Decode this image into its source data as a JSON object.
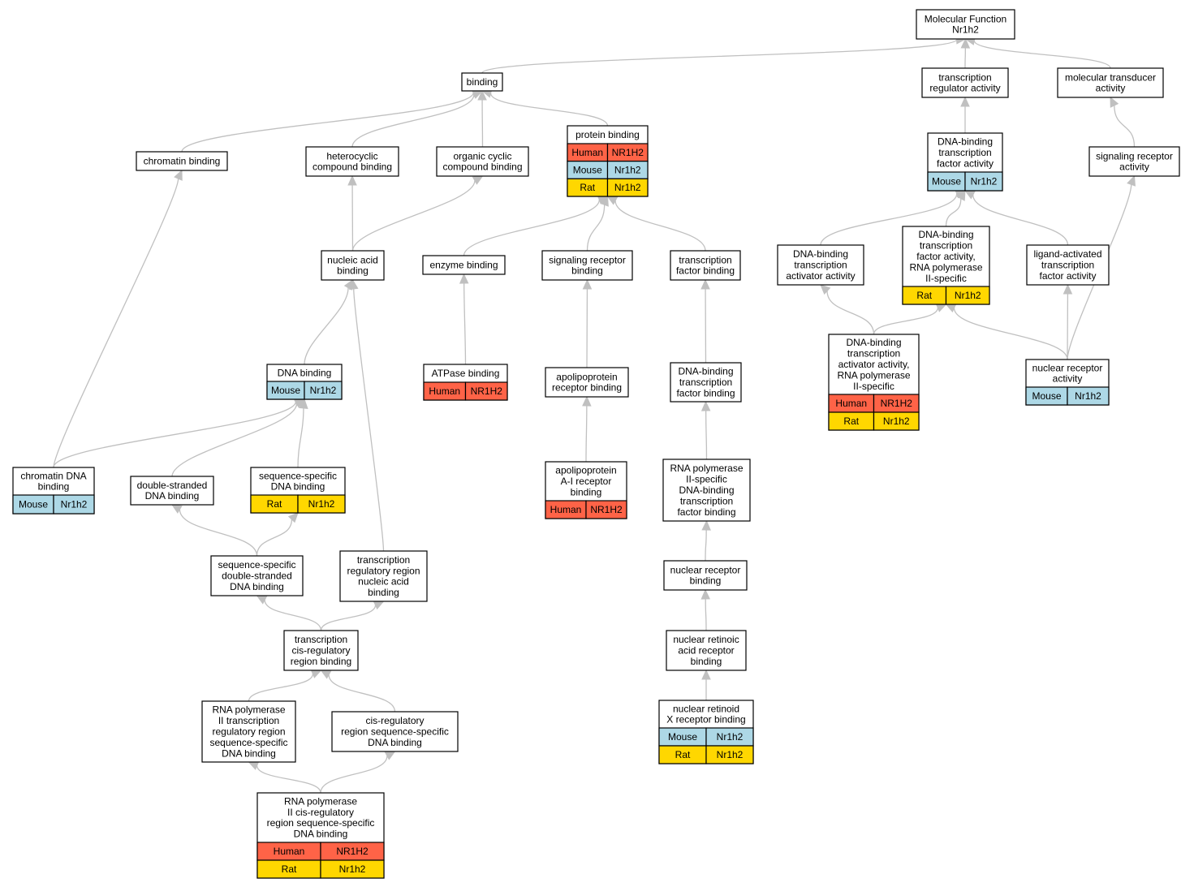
{
  "colors": {
    "Human": "#ff6347",
    "Mouse": "#add8e6",
    "Rat": "#ffd700",
    "edge": "#c0c0c0"
  },
  "nodes": [
    {
      "id": "mf",
      "lines": [
        "Molecular Function",
        "Nr1h2"
      ],
      "rows": []
    },
    {
      "id": "binding",
      "lines": [
        "binding"
      ],
      "rows": []
    },
    {
      "id": "tra",
      "lines": [
        "transcription",
        "regulator activity"
      ],
      "rows": []
    },
    {
      "id": "mta",
      "lines": [
        "molecular transducer",
        "activity"
      ],
      "rows": []
    },
    {
      "id": "chromatin",
      "lines": [
        "chromatin binding"
      ],
      "rows": []
    },
    {
      "id": "hetero",
      "lines": [
        "heterocyclic",
        "compound binding"
      ],
      "rows": []
    },
    {
      "id": "organic",
      "lines": [
        "organic cyclic",
        "compound binding"
      ],
      "rows": []
    },
    {
      "id": "protein",
      "lines": [
        "protein binding"
      ],
      "rows": [
        [
          "Human",
          "NR1H2"
        ],
        [
          "Mouse",
          "Nr1h2"
        ],
        [
          "Rat",
          "Nr1h2"
        ]
      ]
    },
    {
      "id": "dbtfa",
      "lines": [
        "DNA-binding",
        "transcription",
        "factor activity"
      ],
      "rows": [
        [
          "Mouse",
          "Nr1h2"
        ]
      ]
    },
    {
      "id": "sra",
      "lines": [
        "signaling receptor",
        "activity"
      ],
      "rows": []
    },
    {
      "id": "nucleic",
      "lines": [
        "nucleic acid",
        "binding"
      ],
      "rows": []
    },
    {
      "id": "enzyme",
      "lines": [
        "enzyme binding"
      ],
      "rows": []
    },
    {
      "id": "srb",
      "lines": [
        "signaling receptor",
        "binding"
      ],
      "rows": []
    },
    {
      "id": "tfb",
      "lines": [
        "transcription",
        "factor binding"
      ],
      "rows": []
    },
    {
      "id": "dbtaa",
      "lines": [
        "DNA-binding",
        "transcription",
        "activator activity"
      ],
      "rows": []
    },
    {
      "id": "dbtfa2",
      "lines": [
        "DNA-binding",
        "transcription",
        "factor activity,",
        "RNA polymerase",
        "II-specific"
      ],
      "rows": [
        [
          "Rat",
          "Nr1h2"
        ]
      ]
    },
    {
      "id": "latfa",
      "lines": [
        "ligand-activated",
        "transcription",
        "factor activity"
      ],
      "rows": []
    },
    {
      "id": "dnab",
      "lines": [
        "DNA binding"
      ],
      "rows": [
        [
          "Mouse",
          "Nr1h2"
        ]
      ]
    },
    {
      "id": "atpase",
      "lines": [
        "ATPase binding"
      ],
      "rows": [
        [
          "Human",
          "NR1H2"
        ]
      ]
    },
    {
      "id": "apo",
      "lines": [
        "apolipoprotein",
        "receptor binding"
      ],
      "rows": []
    },
    {
      "id": "dbtfb",
      "lines": [
        "DNA-binding",
        "transcription",
        "factor binding"
      ],
      "rows": []
    },
    {
      "id": "dbtaa2",
      "lines": [
        "DNA-binding",
        "transcription",
        "activator activity,",
        "RNA polymerase",
        "II-specific"
      ],
      "rows": [
        [
          "Human",
          "NR1H2"
        ],
        [
          "Rat",
          "Nr1h2"
        ]
      ]
    },
    {
      "id": "nra",
      "lines": [
        "nuclear receptor",
        "activity"
      ],
      "rows": [
        [
          "Mouse",
          "Nr1h2"
        ]
      ]
    },
    {
      "id": "chromdna",
      "lines": [
        "chromatin DNA",
        "binding"
      ],
      "rows": [
        [
          "Mouse",
          "Nr1h2"
        ]
      ]
    },
    {
      "id": "dsdna",
      "lines": [
        "double-stranded",
        "DNA binding"
      ],
      "rows": []
    },
    {
      "id": "ssdna",
      "lines": [
        "sequence-specific",
        "DNA binding"
      ],
      "rows": [
        [
          "Rat",
          "Nr1h2"
        ]
      ]
    },
    {
      "id": "apoa1",
      "lines": [
        "apolipoprotein",
        "A-I receptor",
        "binding"
      ],
      "rows": [
        [
          "Human",
          "NR1H2"
        ]
      ]
    },
    {
      "id": "rnapol",
      "lines": [
        "RNA polymerase",
        "II-specific",
        "DNA-binding",
        "transcription",
        "factor binding"
      ],
      "rows": []
    },
    {
      "id": "ssdsdna",
      "lines": [
        "sequence-specific",
        "double-stranded",
        "DNA binding"
      ],
      "rows": []
    },
    {
      "id": "trrna",
      "lines": [
        "transcription",
        "regulatory region",
        "nucleic acid",
        "binding"
      ],
      "rows": []
    },
    {
      "id": "nrb",
      "lines": [
        "nuclear receptor",
        "binding"
      ],
      "rows": []
    },
    {
      "id": "tcrb",
      "lines": [
        "transcription",
        "cis-regulatory",
        "region binding"
      ],
      "rows": []
    },
    {
      "id": "nrarb",
      "lines": [
        "nuclear retinoic",
        "acid receptor",
        "binding"
      ],
      "rows": []
    },
    {
      "id": "rnap2",
      "lines": [
        "RNA polymerase",
        "II transcription",
        "regulatory region",
        "sequence-specific",
        "DNA binding"
      ],
      "rows": []
    },
    {
      "id": "crrss",
      "lines": [
        "cis-regulatory",
        "region sequence-specific",
        "DNA binding"
      ],
      "rows": []
    },
    {
      "id": "nrxrb",
      "lines": [
        "nuclear retinoid",
        "X receptor binding"
      ],
      "rows": [
        [
          "Mouse",
          "Nr1h2"
        ],
        [
          "Rat",
          "Nr1h2"
        ]
      ]
    },
    {
      "id": "rnap2cis",
      "lines": [
        "RNA polymerase",
        "II cis-regulatory",
        "region sequence-specific",
        "DNA binding"
      ],
      "rows": [
        [
          "Human",
          "NR1H2"
        ],
        [
          "Rat",
          "Nr1h2"
        ]
      ]
    }
  ],
  "edges": [
    {
      "from": "binding",
      "to": "mf"
    },
    {
      "from": "tra",
      "to": "mf"
    },
    {
      "from": "mta",
      "to": "mf"
    },
    {
      "from": "chromatin",
      "to": "binding"
    },
    {
      "from": "hetero",
      "to": "binding"
    },
    {
      "from": "organic",
      "to": "binding"
    },
    {
      "from": "protein",
      "to": "binding"
    },
    {
      "from": "dbtfa",
      "to": "tra"
    },
    {
      "from": "sra",
      "to": "mta"
    },
    {
      "from": "nucleic",
      "to": "hetero"
    },
    {
      "from": "nucleic",
      "to": "organic"
    },
    {
      "from": "enzyme",
      "to": "protein"
    },
    {
      "from": "srb",
      "to": "protein"
    },
    {
      "from": "tfb",
      "to": "protein"
    },
    {
      "from": "dbtaa",
      "to": "dbtfa"
    },
    {
      "from": "dbtfa2",
      "to": "dbtfa"
    },
    {
      "from": "latfa",
      "to": "dbtfa"
    },
    {
      "from": "dnab",
      "to": "nucleic"
    },
    {
      "from": "atpase",
      "to": "enzyme"
    },
    {
      "from": "apo",
      "to": "srb"
    },
    {
      "from": "dbtfb",
      "to": "tfb"
    },
    {
      "from": "dbtaa2",
      "to": "dbtaa"
    },
    {
      "from": "dbtaa2",
      "to": "dbtfa2"
    },
    {
      "from": "nra",
      "to": "dbtfa2"
    },
    {
      "from": "nra",
      "to": "latfa"
    },
    {
      "from": "nra",
      "to": "sra"
    },
    {
      "from": "chromdna",
      "to": "chromatin"
    },
    {
      "from": "chromdna",
      "to": "dnab"
    },
    {
      "from": "dsdna",
      "to": "dnab"
    },
    {
      "from": "ssdna",
      "to": "dnab"
    },
    {
      "from": "apoa1",
      "to": "apo"
    },
    {
      "from": "rnapol",
      "to": "dbtfb"
    },
    {
      "from": "ssdsdna",
      "to": "dsdna"
    },
    {
      "from": "ssdsdna",
      "to": "ssdna"
    },
    {
      "from": "trrna",
      "to": "nucleic"
    },
    {
      "from": "nrb",
      "to": "rnapol"
    },
    {
      "from": "tcrb",
      "to": "ssdsdna"
    },
    {
      "from": "tcrb",
      "to": "trrna"
    },
    {
      "from": "nrarb",
      "to": "nrb"
    },
    {
      "from": "rnap2",
      "to": "tcrb"
    },
    {
      "from": "crrss",
      "to": "tcrb"
    },
    {
      "from": "nrxrb",
      "to": "nrarb"
    },
    {
      "from": "rnap2cis",
      "to": "rnap2"
    },
    {
      "from": "rnap2cis",
      "to": "crrss"
    }
  ]
}
